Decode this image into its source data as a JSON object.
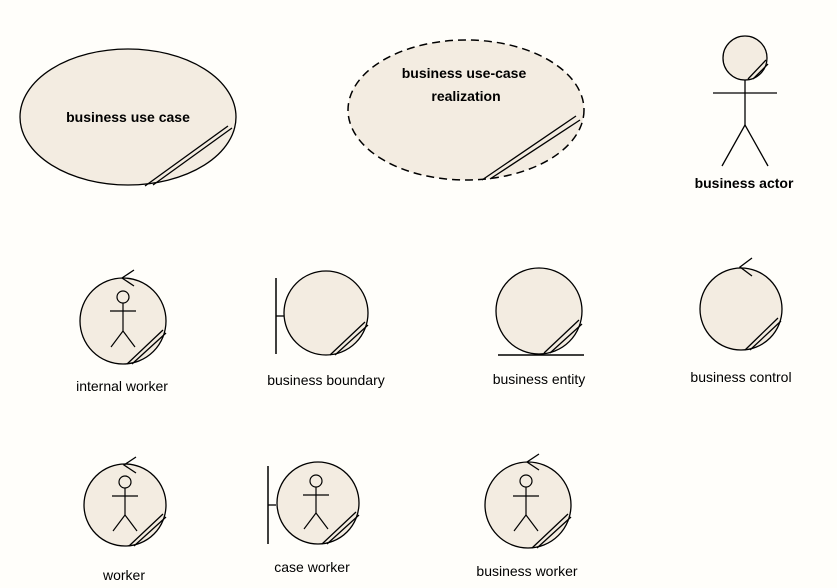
{
  "colors": {
    "background": "#fffefa",
    "fill": "#f3ece1",
    "stroke": "#000000"
  },
  "elements": {
    "business_use_case": {
      "label": "business use case"
    },
    "business_use_case_realization": {
      "label_line1": "business use-case",
      "label_line2": "realization"
    },
    "business_actor": {
      "label": "business actor"
    },
    "internal_worker": {
      "label": "internal worker"
    },
    "business_boundary": {
      "label": "business boundary"
    },
    "business_entity": {
      "label": "business entity"
    },
    "business_control": {
      "label": "business control"
    },
    "worker": {
      "label": "worker"
    },
    "case_worker": {
      "label": "case worker"
    },
    "business_worker": {
      "label": "business worker"
    }
  }
}
